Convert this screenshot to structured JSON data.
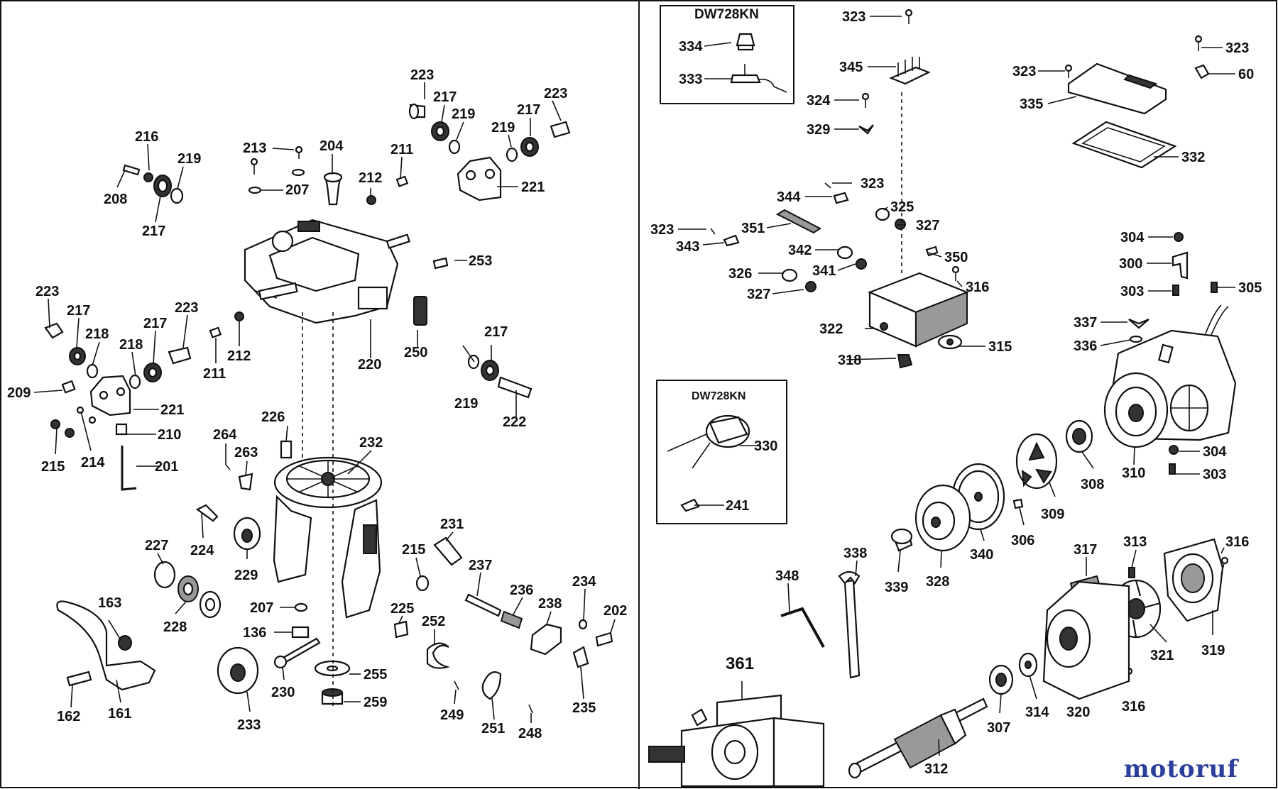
{
  "boxes": {
    "top_title": "DW728KN",
    "mid_title": "DW728KN"
  },
  "watermark": {
    "text": "motoruf",
    "color_primary": "#2a3f9c",
    "color_secondary": "#c0392b"
  },
  "labels": [
    "223",
    "217",
    "219",
    "217",
    "223",
    "219",
    "216",
    "219",
    "208",
    "217",
    "213",
    "204",
    "207",
    "211",
    "212",
    "221",
    "253",
    "223",
    "217",
    "218",
    "217",
    "218",
    "223",
    "209",
    "221",
    "210",
    "215",
    "214",
    "201",
    "211",
    "212",
    "220",
    "250",
    "217",
    "219",
    "222",
    "226",
    "264",
    "263",
    "232",
    "227",
    "224",
    "229",
    "228",
    "163",
    "207",
    "136",
    "231",
    "215",
    "237",
    "236",
    "238",
    "234",
    "202",
    "225",
    "252",
    "255",
    "230",
    "259",
    "233",
    "162",
    "161",
    "249",
    "251",
    "248",
    "235",
    "334",
    "333",
    "323",
    "345",
    "324",
    "329",
    "323",
    "344",
    "325",
    "327",
    "323",
    "351",
    "343",
    "342",
    "341",
    "350",
    "326",
    "316",
    "327",
    "322",
    "318",
    "315",
    "323",
    "60",
    "323",
    "335",
    "332",
    "304",
    "300",
    "303",
    "305",
    "337",
    "336",
    "304",
    "308",
    "310",
    "303",
    "330",
    "241",
    "309",
    "306",
    "340",
    "328",
    "339",
    "338",
    "348",
    "313",
    "317",
    "316",
    "321",
    "319",
    "314",
    "320",
    "316",
    "307",
    "361",
    "312"
  ]
}
